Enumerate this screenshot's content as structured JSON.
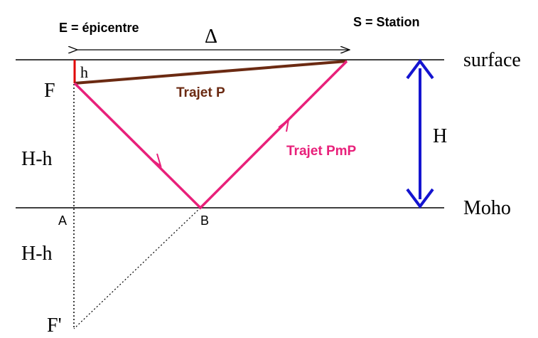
{
  "labels": {
    "epicentre": "E = épicentre",
    "station": "S = Station",
    "delta": "Δ",
    "surface": "surface",
    "h": "h",
    "F": "F",
    "trajet_p": "Trajet P",
    "trajet_pmp": "Trajet PmP",
    "H": "H",
    "H_minus_h_upper": "H-h",
    "H_minus_h_lower": "H-h",
    "moho": "Moho",
    "A": "A",
    "B": "B",
    "F_prime": "F'"
  },
  "colors": {
    "line": "#000000",
    "trajet_p": "#6b2a12",
    "trajet_pmp": "#e8207a",
    "h_segment": "#e00000",
    "thickness_arrow": "#1414d0",
    "text": "#000000"
  }
}
